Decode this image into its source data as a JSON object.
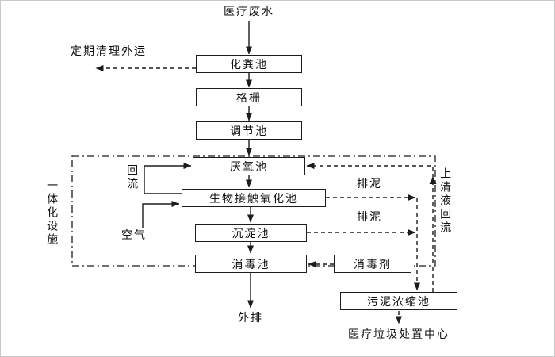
{
  "diagram": {
    "title": "医疗废水",
    "boxes": {
      "septic": "化粪池",
      "screen": "格栅",
      "regulating": "调节池",
      "anaerobic": "厌氧池",
      "bio_oxidation": "生物接触氧化池",
      "sedimentation": "沉淀池",
      "disinfection": "消毒池",
      "disinfectant": "消毒剂",
      "sludge_thickening": "污泥浓缩池"
    },
    "labels": {
      "periodic_cleanout": "定期清理外运",
      "reflux": "回流",
      "air": "空气",
      "sludge_discharge_top": "排泥",
      "sludge_discharge_bottom": "排泥",
      "supernatant_reflux": "上清液回流",
      "integrated_facility": "一体化设施",
      "effluent": "外排",
      "disposal_center": "医疗垃圾处置中心"
    },
    "colors": {
      "line": "#1c1c1c",
      "text": "#111111",
      "background": "#ffffff"
    }
  }
}
